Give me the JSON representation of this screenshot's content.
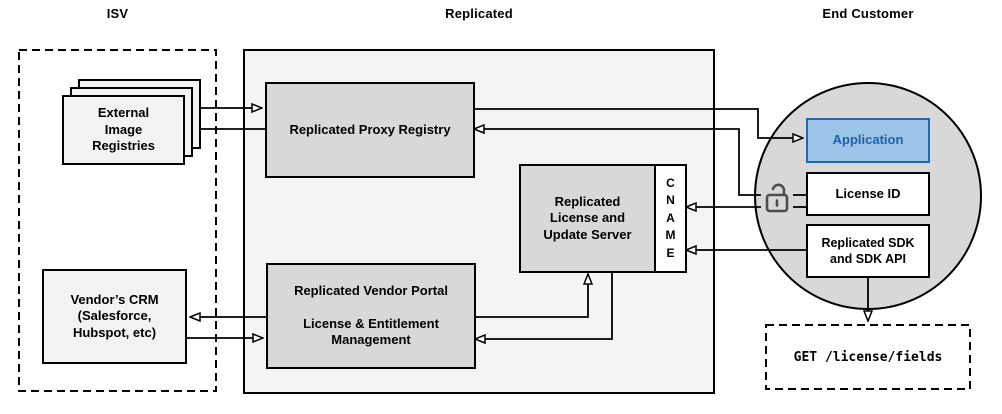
{
  "titles": {
    "isv": "ISV",
    "replicated": "Replicated",
    "end_customer": "End Customer"
  },
  "nodes": {
    "external_image_registries": {
      "lines": [
        "External",
        "Image",
        "Registries"
      ]
    },
    "vendors_crm": {
      "lines": [
        "Vendor’s CRM",
        "(Salesforce,",
        "Hubspot, etc)"
      ]
    },
    "proxy_registry": {
      "label": "Replicated Proxy Registry"
    },
    "license_update_server": {
      "lines": [
        "Replicated",
        "License and",
        "Update Server"
      ]
    },
    "cname": {
      "lines": [
        "C",
        "N",
        "A",
        "M",
        "E"
      ]
    },
    "vendor_portal": {
      "lines": [
        "Replicated Vendor Portal",
        "License & Entitlement",
        "Management"
      ]
    },
    "application": {
      "label": "Application"
    },
    "license_id": {
      "label": "License ID"
    },
    "replicated_sdk": {
      "lines": [
        "Replicated SDK",
        "and SDK API"
      ]
    },
    "get_license_fields": {
      "label": "GET /license/fields"
    }
  },
  "icons": {
    "unlock": "open-padlock"
  },
  "colors": {
    "line": "#000000",
    "container_fill": "#f4f4f4",
    "node_gray_fill": "#d8d8d8",
    "node_light_fill": "#f2f2f2",
    "circle_fill": "#d8d8d8",
    "application_fill": "#9cc3e8",
    "application_border": "#2268b0",
    "application_text": "#2062a8",
    "lock_icon": "#4d4d4d"
  }
}
